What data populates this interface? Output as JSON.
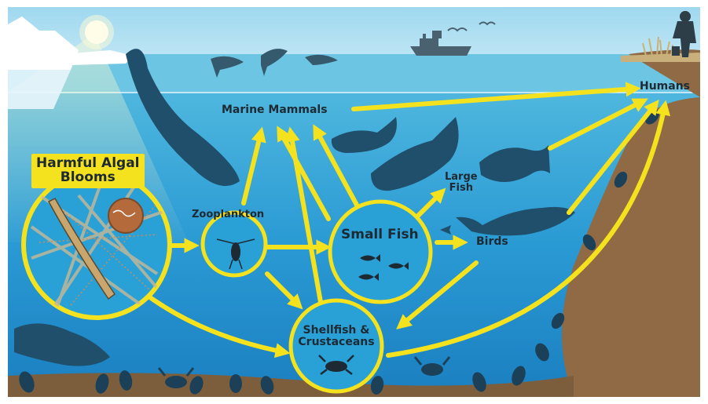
{
  "title_box": {
    "line1": "Harmful Algal",
    "line2": "Blooms"
  },
  "nodes": {
    "zooplankton": "Zooplankton",
    "marine_mammals": "Marine Mammals",
    "small_fish": "Small Fish",
    "large_fish_line1": "Large",
    "large_fish_line2": "Fish",
    "birds": "Birds",
    "shellfish_line1": "Shellfish &",
    "shellfish_line2": "Crustaceans",
    "humans": "Humans"
  },
  "colors": {
    "sky": "#bfe6f4",
    "water_surface": "#5cc0df",
    "water_deep": "#1e93cf",
    "seafloor": "#8f6a44",
    "arrow": "#f5e21e",
    "silhouette": "#1f4f6b"
  },
  "icons": [
    "sun-icon",
    "ice-floe-icon",
    "ship-icon",
    "dolphin-icon",
    "whale-icon",
    "seal-icon",
    "walrus-icon",
    "fish-icon",
    "bird-icon",
    "crab-icon",
    "mussel-icon",
    "person-icon",
    "copepod-icon",
    "diatom-icon"
  ]
}
